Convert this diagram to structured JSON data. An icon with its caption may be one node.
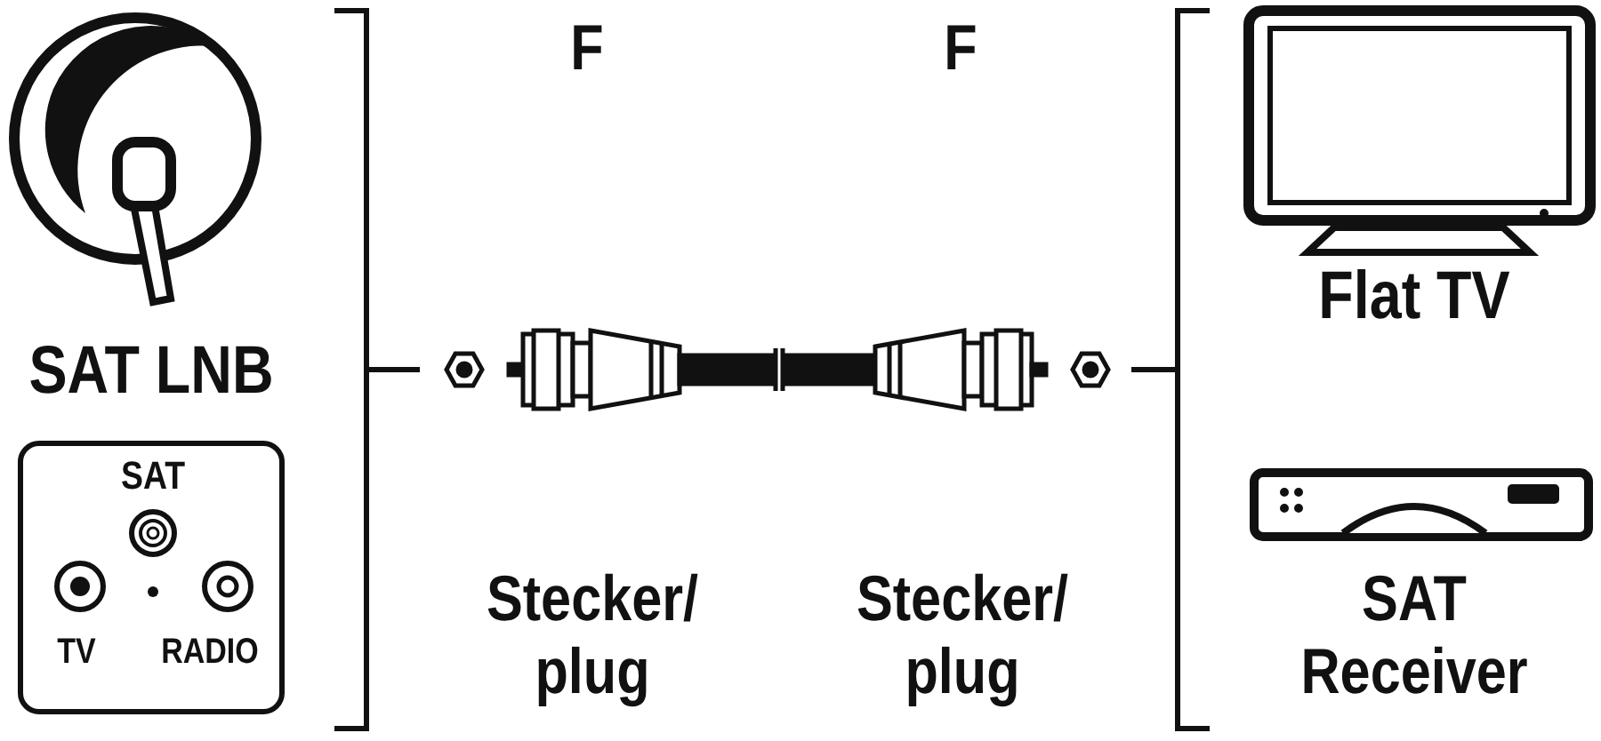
{
  "diagram": {
    "nodes": [
      {
        "text": [
          "SAT",
          "TV",
          "RADIO"
        ]
      }
    ],
    "edges": [],
    "labels": [
      "F",
      "F",
      "SAT LNB",
      "Flat TV",
      "Stecker/ plug",
      "Stecker/ plug",
      "SAT Receiver"
    ]
  }
}
